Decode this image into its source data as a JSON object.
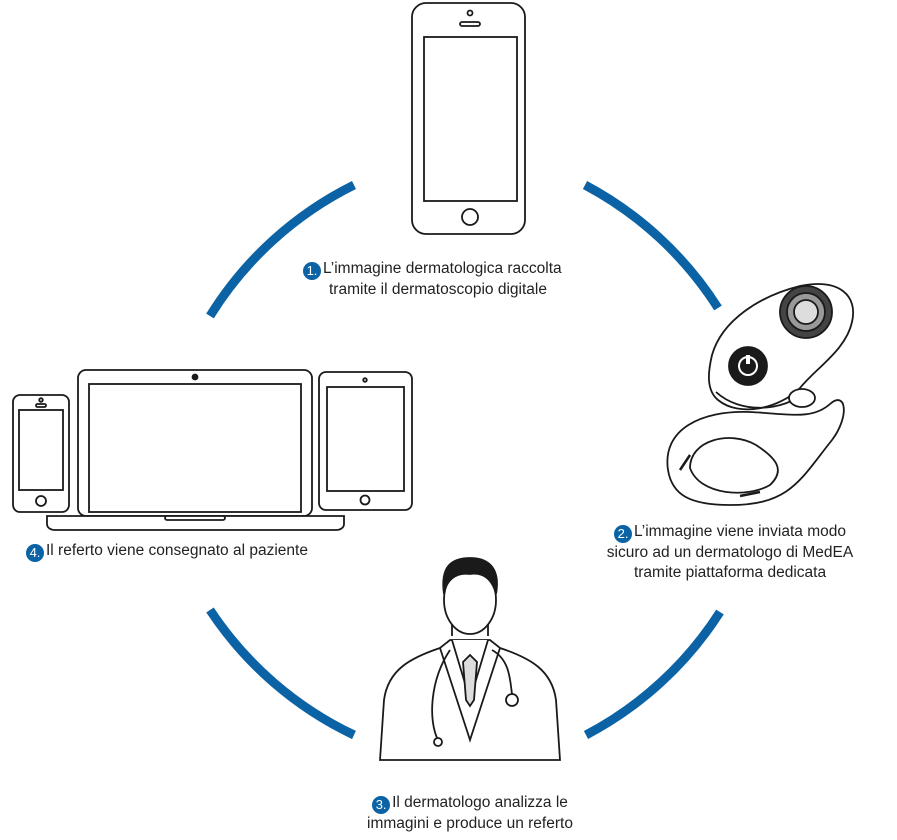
{
  "colors": {
    "ring": "#0b63a5",
    "line": "#1a1a1a"
  },
  "icons": [
    "smartphone-icon",
    "dermatoscope-icon",
    "doctor-icon",
    "devices-icon"
  ],
  "steps": [
    {
      "num": "1.",
      "line1": "L’immagine dermatologica raccolta",
      "line2": "tramite il dermatoscopio digitale"
    },
    {
      "num": "2.",
      "line1": "L’immagine viene inviata modo",
      "line2": "sicuro ad un dermatologo di MedEA",
      "line3": "tramite piattaforma dedicata"
    },
    {
      "num": "3.",
      "line1": "Il dermatologo analizza le",
      "line2": "immagini e produce un referto"
    },
    {
      "num": "4.",
      "line1": "Il referto viene consegnato al paziente"
    }
  ]
}
